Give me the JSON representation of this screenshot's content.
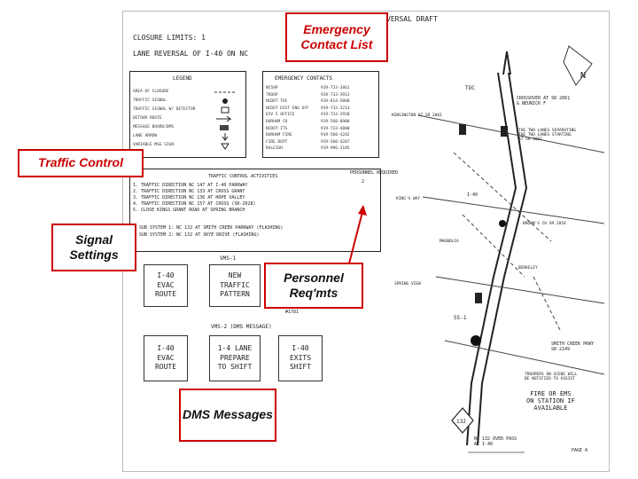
{
  "callouts": {
    "emergency": "Emergency Contact List",
    "traffic": "Traffic Control",
    "signal": "Signal Settings",
    "personnel": "Personnel Req'mts",
    "dms": "DMS Messages"
  },
  "sheet": {
    "title_1": "CLOSURE LIMITS: 1",
    "title_2": "LANE REVERSAL OF I-40 ON NC",
    "top_header": "VERSAL DRAFT",
    "legend_header": "LEGEND",
    "legend_items": [
      "AREA OF CLOSURE",
      "TRAFFIC SIGNAL",
      "TRAFFIC SIGNAL W/ DETECTOR",
      "DETOUR ROUTE",
      "MESSAGE BOARD/DMS",
      "LANE ARROW",
      "VARIABLE MSG SIGN"
    ],
    "contacts_header": "EMERGENCY CONTACTS",
    "contacts": [
      [
        "NCSHP",
        "919-733-3861"
      ],
      [
        "TROOP",
        "919-733-3913"
      ],
      [
        "NCDOT TOC",
        "919-814-5000"
      ],
      [
        "NCDOT DIST ENG OFF",
        "919-733-3213"
      ],
      [
        "DIV 5 OFFICE",
        "919-733-2920"
      ],
      [
        "DURHAM CO",
        "919-560-0900"
      ],
      [
        "NCDOT ITS",
        "919-733-4800"
      ],
      [
        "DURHAM FIRE",
        "919-560-4242"
      ],
      [
        "FIRE DEPT",
        "919-560-4207"
      ],
      [
        "RALEIGH",
        "919-996-3185"
      ]
    ],
    "signal_header": "TRAFFIC CONTROL ACTIVITIES",
    "signal_lines": [
      "1. TRAFFIC DIRECTION NC 147 AT I-40 PARKWAY",
      "2. TRAFFIC DIRECTION NC 133 AT CROSS GRANT",
      "3. TRAFFIC DIRECTION NC 136 AT HOPE VALLEY",
      "4. TRAFFIC DIRECTION NC 157 AT CROSS (SR-2028)",
      "5. CLOSE KINGS GRANT ROAD AT SPRING BRANCH"
    ],
    "signal_sub": [
      "SUB SYSTEM 1: NC 132 AT SMITH CREEK PARKWAY (FLASHING)",
      "SUB SYSTEM 2: NC 132 AT SKYE DRIVE (FLASHING)"
    ],
    "personnel_label": "PERSONNEL REQUIRED",
    "personnel_value": "2",
    "vms1_header": "VMS-1",
    "vms_left1": "I-40\nEVAC\nROUTE",
    "vms_mid1": "NEW\nTRAFFIC\nPATTERN",
    "vms_right1": "",
    "vms2_header": "VMS-2 (DMS MESSAGE)",
    "vms_left2": "I-40\nEVAC\nROUTE",
    "vms_mid2": "1-4 LANE\nPREPARE\nTO SHIFT",
    "vms_right2": "I-40\nEXITS\nSHIFT",
    "page_code": "#1781",
    "page_label": "PAGE A"
  },
  "map": {
    "north": "N",
    "toc_label": "TOC",
    "crossover": "CROSSOVER AT SR 2061\n& NEUNICK F",
    "lanes_note": "THE TWO LANES SEPARATING\nTHE TWO LANES STARTING\nAT SR 2061",
    "exit_labels": [
      "KENSINGTON AT SR 2061",
      "KING'S WAY",
      "BROWN'S CH SR 2054",
      "SPRING VIEW"
    ],
    "road_labels": [
      "I-40",
      "MAGNOLIA",
      "BERKELEY"
    ],
    "signal_id": "SS-1",
    "smith_creek": "SMITH CREEK PKWY\nSR 2149",
    "fire_note": "FIRE OR EMS\nON STATION IF\nAVAILABLE",
    "trooper_note": "TROOPERS ON SCENE WILL\nBE NOTIFIED TO ASSIST",
    "exit_num": "132",
    "overpass": "NC 132 OVER PASS\nAT I-40",
    "page_corner": "PAGE A"
  }
}
